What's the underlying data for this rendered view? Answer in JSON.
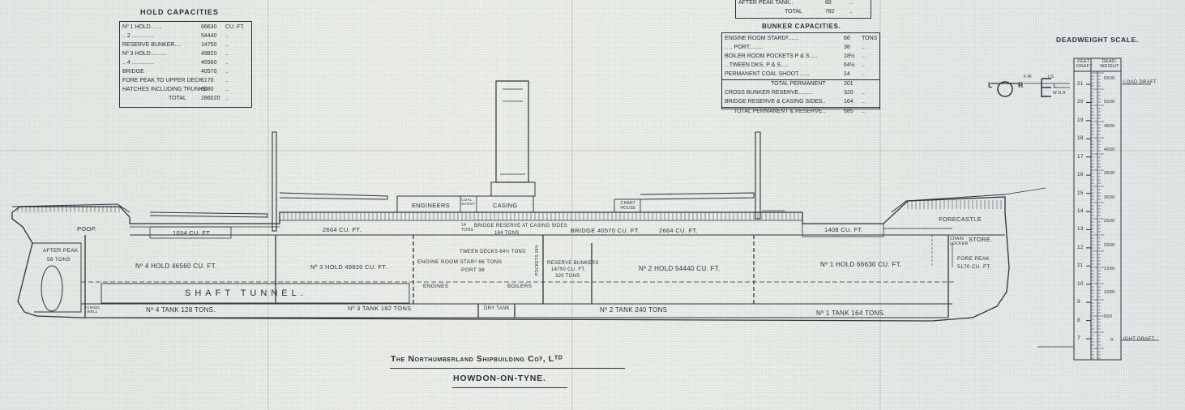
{
  "hold_capacities": {
    "title": "Hold Capacities",
    "rows": [
      {
        "label": "Nº 1 Hold.......",
        "value": "66630",
        "unit": "Cu. Ft."
      },
      {
        "label": ".. 2 ..............",
        "value": "54440",
        "unit": ".."
      },
      {
        "label": "Reserve Bunker....",
        "value": "14750",
        "unit": ".."
      },
      {
        "label": "Nº 3 Hold..........",
        "value": "49820",
        "unit": ".."
      },
      {
        "label": ".. 4 ..............",
        "value": "46560",
        "unit": ".."
      },
      {
        "label": "Bridge",
        "value": "40570",
        "unit": ".."
      },
      {
        "label": "Fore Peak to Upper Deck",
        "value": "5170",
        "unit": ".."
      },
      {
        "label": "Hatches including Trunks",
        "value": "8080",
        "unit": ".."
      },
      {
        "label": "Total",
        "value": "286020",
        "unit": ".."
      }
    ]
  },
  "tanks_table": {
    "rows": [
      {
        "label": "After Peak Tank..",
        "value": "68",
        "unit": ".."
      },
      {
        "label": "Total",
        "value": "782",
        "unit": ".."
      }
    ]
  },
  "bunker_capacities": {
    "title": "Bunker Capacities.",
    "rows": [
      {
        "label": "Engine Room Stardᵈ.......",
        "value": "66",
        "unit": "Tons"
      },
      {
        "label": "..  ..  Port.........",
        "value": "38",
        "unit": ".."
      },
      {
        "label": "Boiler Room Pockets P & S.....",
        "value": "18½",
        "unit": ".."
      },
      {
        "label": "..  Tween Dks. P & S.....",
        "value": "64½",
        "unit": ".."
      },
      {
        "label": "Permanent Coal Shoot.......",
        "value": "14",
        "unit": ".."
      },
      {
        "label": "Total Permanent",
        "value": "201",
        "unit": ""
      },
      {
        "label": "Cross Bunker Reserve.........",
        "value": "320",
        "unit": ".."
      },
      {
        "label": "Bridge Reserve & Casing Sides..",
        "value": "164",
        "unit": ".."
      },
      {
        "label": "Total Permanent & Reserve..",
        "value": "685",
        "unit": ".."
      }
    ]
  },
  "deadweight_scale": {
    "title": "Deadweight Scale.",
    "col_feet": "Feet Draft",
    "col_dead": "Dead-weight",
    "load_draft": "Load Draft.",
    "light_draft": "Light Draft.",
    "feet": [
      "21",
      "20",
      "19",
      "18",
      "17",
      "16",
      "15",
      "14",
      "13",
      "12",
      "11",
      "10",
      "9",
      "8",
      "7"
    ],
    "tons": [
      "5500",
      "5000",
      "4500",
      "4000",
      "3500",
      "3000",
      "2500",
      "2000",
      "1500",
      "1000",
      "500",
      "0"
    ],
    "marks": [
      "L",
      "R",
      "F.W.",
      "I.S.",
      "S.",
      "W.N.A"
    ]
  },
  "ship_labels": {
    "poop": "Poop.",
    "forecastle": "Forecastle",
    "store": "Store.",
    "chain_locker": "Chain Locker",
    "fore_peak": "Fore Peak",
    "fore_peak_cap": "5170 Cu. Ft.",
    "after_peak": "After Peak",
    "after_peak_cap": "58 Tons",
    "engineers": "Engineers",
    "coal_shoot": "Coal Shoot",
    "casing": "Casing",
    "chart_house": "Chart House",
    "tween_1034": "1034 Cu. Ft.",
    "tween_2664a": "2664 Cu. Ft.",
    "small_14": "14 Tons",
    "bridge_reserve": "Bridge Reserve at Casing Sides",
    "bridge_reserve_tons": "164 Tons",
    "bridge": "Bridge 40570 Cu. Ft.",
    "tween_2664b": "2664 Cu. Ft.",
    "tween_1408": "1408 Cu. Ft.",
    "hold4": "Nº 4 Hold 46560 Cu. Ft.",
    "hold3": "Nº 3 Hold 49820 Cu. Ft.",
    "tween_decks": "Tween Decks 64½ Tons",
    "engine_room": "Engine Room Starᵈ 66 Tons",
    "engine_port": "Port 38",
    "engines": "Engines",
    "boilers": "Boilers",
    "pockets": "Pockets 18½",
    "reserve_bunkers": "Reserve Bunkers",
    "reserve_cuft": "14750 Cu. Ft.",
    "reserve_tons": "320 Tons",
    "hold2": "Nº 2 Hold 54440 Cu. Ft.",
    "hold1": "Nº 1 Hold 66630 Cu. Ft.",
    "shaft_tunnel": "Shaft Tunnel.",
    "tunnel_well": "Tunnel Well",
    "tank4": "Nº 4 Tank 128 Tons.",
    "tank3": "Nº 3 Tank 182 Tons",
    "dry_tank": "Dry Tank",
    "tank2": "Nº 2 Tank 240 Tons",
    "tank1": "Nº 1 Tank 164 Tons"
  },
  "footer": {
    "company": "The Northumberland Shipbuilding Coʸ, Lᵀᴰ",
    "place": "Howdon-on-Tyne."
  }
}
